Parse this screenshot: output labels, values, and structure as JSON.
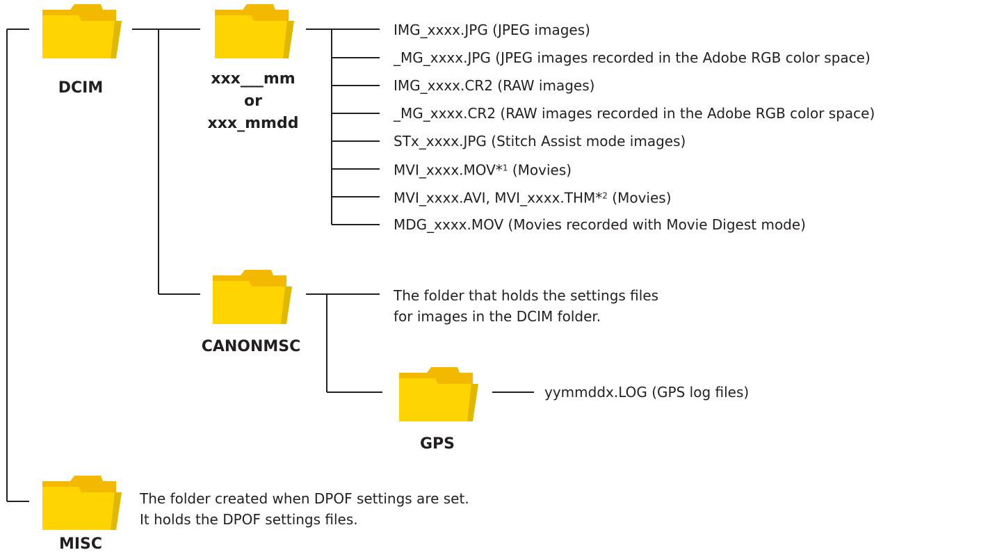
{
  "folders": {
    "dcim": {
      "name": "DCIM"
    },
    "subfolder": {
      "line1": "xxx___mm",
      "line2": "or",
      "line3": "xxx_mmdd"
    },
    "canonmsc": {
      "name": "CANONMSC"
    },
    "gps": {
      "name": "GPS"
    },
    "misc": {
      "name": "MISC"
    }
  },
  "image_files": [
    {
      "text": "IMG_xxxx.JPG (JPEG images)"
    },
    {
      "text": "_MG_xxxx.JPG (JPEG images recorded in the Adobe RGB color space)"
    },
    {
      "text": "IMG_xxxx.CR2 (RAW images)"
    },
    {
      "text": "_MG_xxxx.CR2 (RAW images recorded in the Adobe RGB color space)"
    },
    {
      "text": "STx_xxxx.JPG (Stitch Assist mode images)"
    },
    {
      "pre": "MVI_xxxx.MOV*",
      "sup": "1",
      "post": " (Movies)"
    },
    {
      "pre": "MVI_xxxx.AVI, MVI_xxxx.THM*",
      "sup": "2",
      "post": " (Movies)"
    },
    {
      "text": "MDG_xxxx.MOV (Movies recorded with Movie Digest mode)"
    }
  ],
  "canonmsc_description": {
    "line1": "The folder that holds the settings files",
    "line2": "for images in the DCIM folder."
  },
  "gps_file": "yymmddx.LOG (GPS log files)",
  "misc_description": {
    "line1": "The folder created when DPOF settings are set.",
    "line2": "It holds the DPOF settings files."
  },
  "colors": {
    "folder_body": "#ffd400",
    "folder_back": "#f3b800",
    "folder_shadow": "#c9a100",
    "line": "#231f20"
  }
}
